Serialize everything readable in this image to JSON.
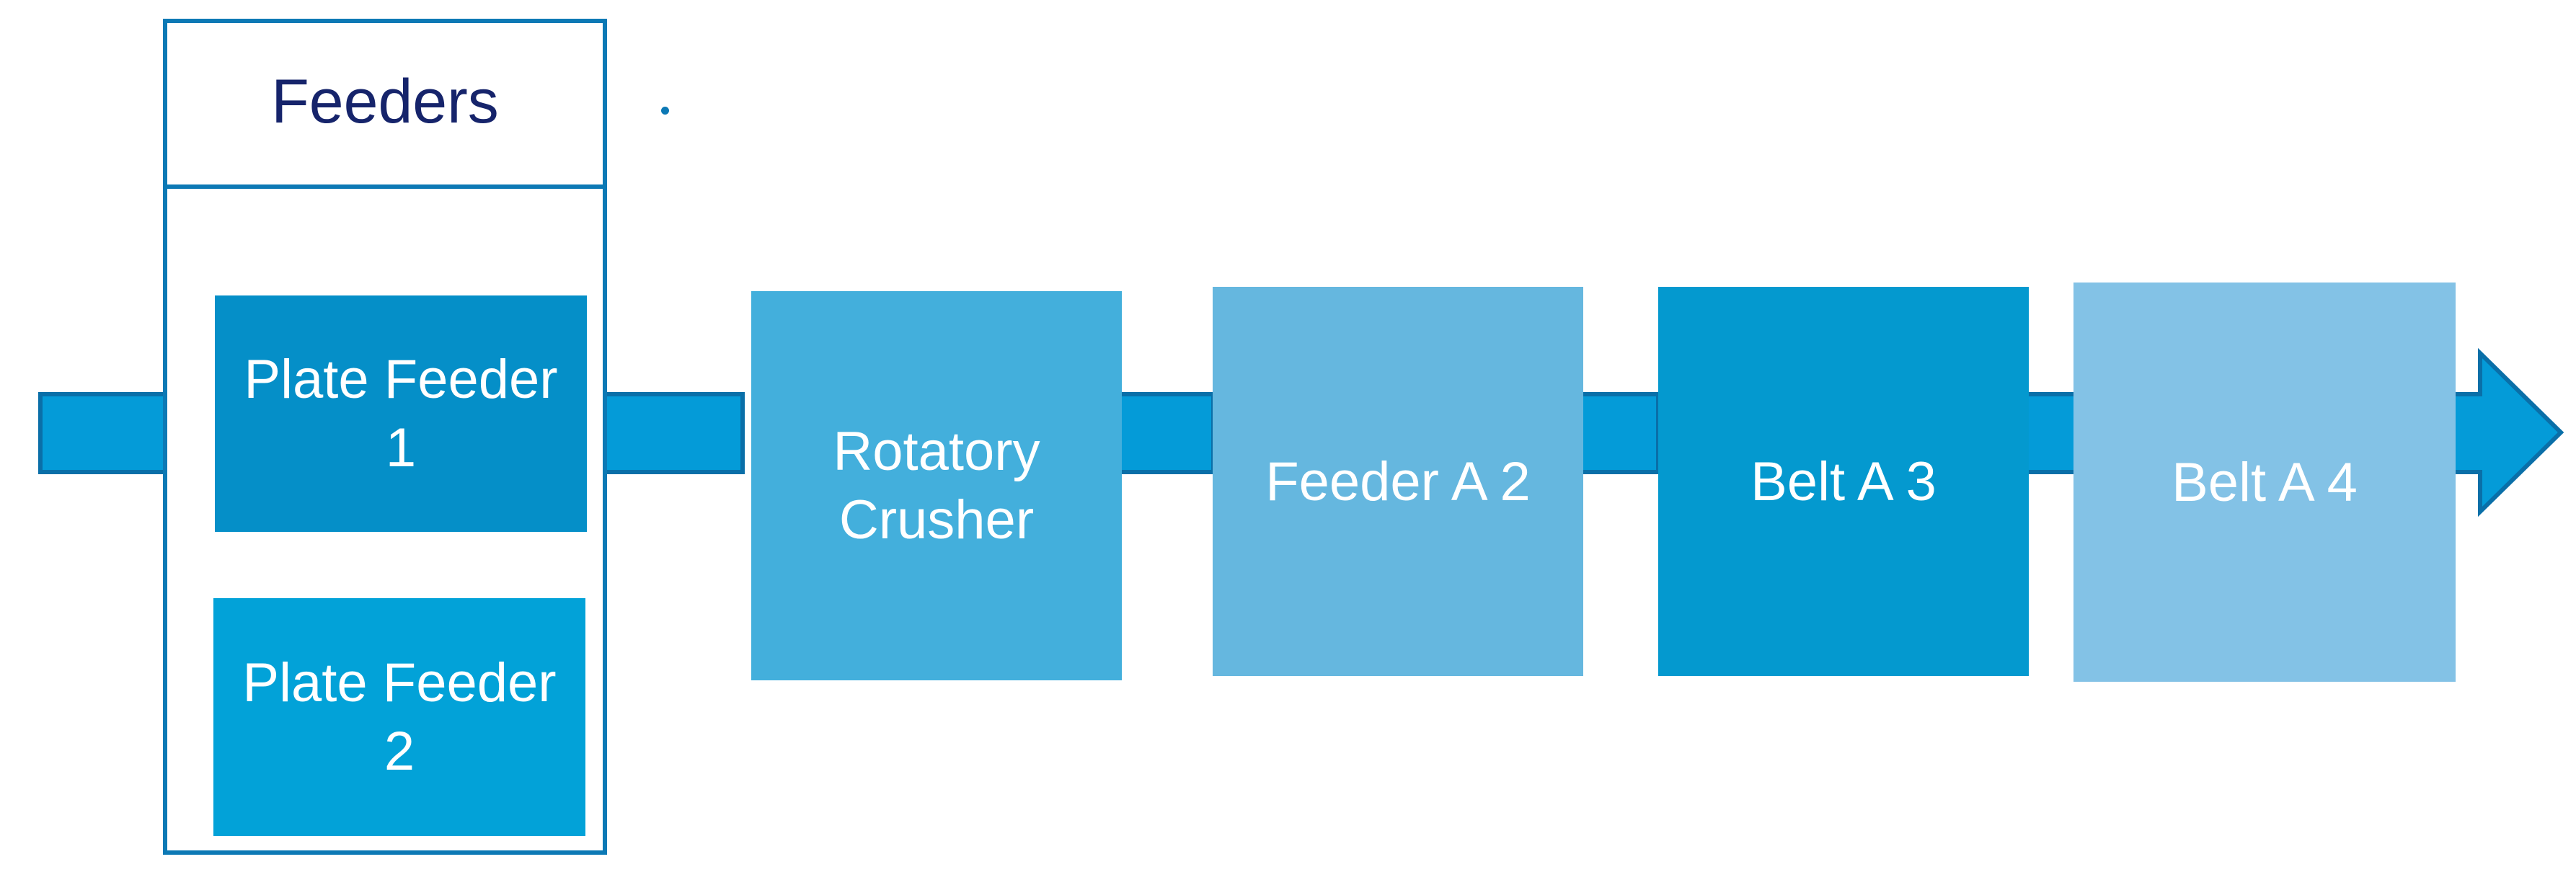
{
  "diagram": {
    "group": {
      "title": "Feeders",
      "items": [
        {
          "label": "Plate Feeder\n1",
          "color": "#058fc8"
        },
        {
          "label": "Plate Feeder\n2",
          "color": "#02a2d8"
        }
      ]
    },
    "stages": [
      {
        "label": "Rotatory\nCrusher",
        "color": "#43afdc"
      },
      {
        "label": "Feeder A 2",
        "color": "#65b7df"
      },
      {
        "label": "Belt A 3",
        "color": "#0499cf"
      },
      {
        "label": "Belt A 4",
        "color": "#83c2e6"
      }
    ],
    "colors": {
      "arrow_fill": "#049bd8",
      "arrow_stroke": "#0a6fa8",
      "frame": "#0c79b5",
      "title_text": "#16246b",
      "label_text": "#ffffff"
    }
  }
}
